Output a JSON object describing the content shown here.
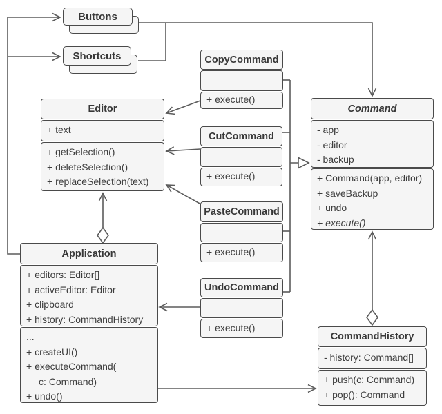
{
  "diagram": {
    "kind": "uml-class-diagram",
    "subject": "Command pattern structure",
    "colors": {
      "background": "#ffffff",
      "box_fill": "#f5f5f5",
      "box_border": "#4a4a4a",
      "text": "#3d3d3d",
      "connector": "#5c5c5c"
    },
    "classes": {
      "buttons": {
        "title": "Buttons"
      },
      "shortcuts": {
        "title": "Shortcuts"
      },
      "copy_command": {
        "title": "CopyCommand",
        "attributes": [],
        "methods": [
          "+ execute()"
        ]
      },
      "cut_command": {
        "title": "CutCommand",
        "attributes": [],
        "methods": [
          "+ execute()"
        ]
      },
      "paste_command": {
        "title": "PasteCommand",
        "attributes": [],
        "methods": [
          "+ execute()"
        ]
      },
      "undo_command": {
        "title": "UndoCommand",
        "attributes": [],
        "methods": [
          "+ execute()"
        ]
      },
      "editor": {
        "title": "Editor",
        "attributes": [
          "+ text"
        ],
        "methods": [
          "+ getSelection()",
          "+ deleteSelection()",
          "+ replaceSelection(text)"
        ]
      },
      "command": {
        "title": "Command",
        "abstract": true,
        "attributes": [
          "- app",
          "- editor",
          "- backup"
        ],
        "methods": [
          "+ Command(app, editor)",
          "+ saveBackup",
          "+ undo",
          "+ execute()"
        ]
      },
      "application": {
        "title": "Application",
        "attributes": [
          "+ editors: Editor[]",
          "+ activeEditor: Editor",
          "+ clipboard",
          "+ history: CommandHistory"
        ],
        "methods": [
          "...",
          "+ createUI()",
          "+ executeCommand(",
          "c: Command)",
          "+ undo()"
        ]
      },
      "command_history": {
        "title": "CommandHistory",
        "attributes": [
          "- history: Command[]"
        ],
        "methods": [
          "+ push(c: Command)",
          "+ pop(): Command"
        ]
      }
    },
    "relations": [
      {
        "from": "application",
        "to": "buttons",
        "type": "association-arrow"
      },
      {
        "from": "application",
        "to": "shortcuts",
        "type": "association-arrow"
      },
      {
        "from": "buttons-and-shortcuts",
        "to": "command",
        "type": "association-arrow"
      },
      {
        "from": "copy_command",
        "to": "command",
        "type": "generalization"
      },
      {
        "from": "cut_command",
        "to": "command",
        "type": "generalization"
      },
      {
        "from": "paste_command",
        "to": "command",
        "type": "generalization"
      },
      {
        "from": "undo_command",
        "to": "command",
        "type": "generalization"
      },
      {
        "from": "copy_command",
        "to": "editor",
        "type": "association-arrow"
      },
      {
        "from": "cut_command",
        "to": "editor",
        "type": "association-arrow"
      },
      {
        "from": "paste_command",
        "to": "editor",
        "type": "association-arrow"
      },
      {
        "from": "undo_command",
        "to": "application",
        "type": "association-arrow"
      },
      {
        "from": "application",
        "to": "editor",
        "type": "aggregation"
      },
      {
        "from": "command_history",
        "to": "command",
        "type": "aggregation"
      },
      {
        "from": "application",
        "to": "command_history",
        "type": "association-arrow"
      }
    ]
  }
}
